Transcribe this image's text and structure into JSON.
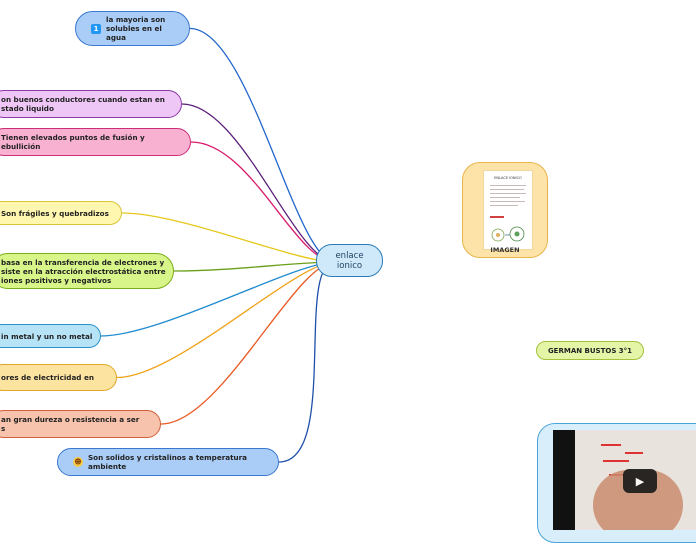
{
  "central": {
    "label": "enlace\nionico"
  },
  "branches": [
    {
      "id": "solubles",
      "text": "la mayoria son\nsolubles en el\nagua",
      "badge": "1",
      "fill": "#aacdf7",
      "border": "#3b78d0",
      "line": "#2266cc"
    },
    {
      "id": "conductores-liquido",
      "text": "on buenos conductores cuando estan en\nstado liquido",
      "fill": "#eec7f7",
      "border": "#8b3aa8",
      "line": "#5a1d7a"
    },
    {
      "id": "fusion",
      "text": "Tienen elevados puntos de fusión y\nebullición",
      "fill": "#f9b1d2",
      "border": "#cc2f78",
      "line": "#d91b6a"
    },
    {
      "id": "fragiles",
      "text": "Son frágiles y quebradizos",
      "fill": "#fff6b0",
      "border": "#d9c43a",
      "line": "#e6c81c"
    },
    {
      "id": "transferencia",
      "text": "basa en la transferencia de electrones y\nsiste en la atracción electrostática entre\niones positivos y negativos",
      "fill": "#d8f58a",
      "border": "#7cae1a",
      "line": "#6aa01a"
    },
    {
      "id": "metal",
      "text": "in metal y un no metal",
      "fill": "#b7e3f7",
      "border": "#2b93c8",
      "line": "#1f8bd0"
    },
    {
      "id": "conductores-electricidad",
      "text": "ores de electricidad en",
      "fill": "#fde3a0",
      "border": "#e0a82a",
      "line": "#f0a218"
    },
    {
      "id": "dureza",
      "text": "an gran dureza o resistencia a ser\ns",
      "fill": "#f7c3ad",
      "border": "#d2603a",
      "line": "#e85a24"
    },
    {
      "id": "solidos",
      "text": "Son solidos  y cristalinos a temperatura\nambiente",
      "emoji": "☻",
      "fill": "#aacdf7",
      "border": "#3b78d0",
      "line": "#1d4fa8"
    }
  ],
  "image_node": {
    "caption": "IMAGEN",
    "paper_title": "ENLACE IONICO",
    "fill": "#fde3a7",
    "border": "#e7b44a",
    "line": "#e7b44a"
  },
  "author_node": {
    "label": "GERMAN BUSTOS 3°1",
    "fill": "#e4f5a8",
    "border": "#a6c13c"
  },
  "video_node": {
    "play_icon": "▶",
    "fill": "#d8effb",
    "border": "#4aa6d8"
  }
}
